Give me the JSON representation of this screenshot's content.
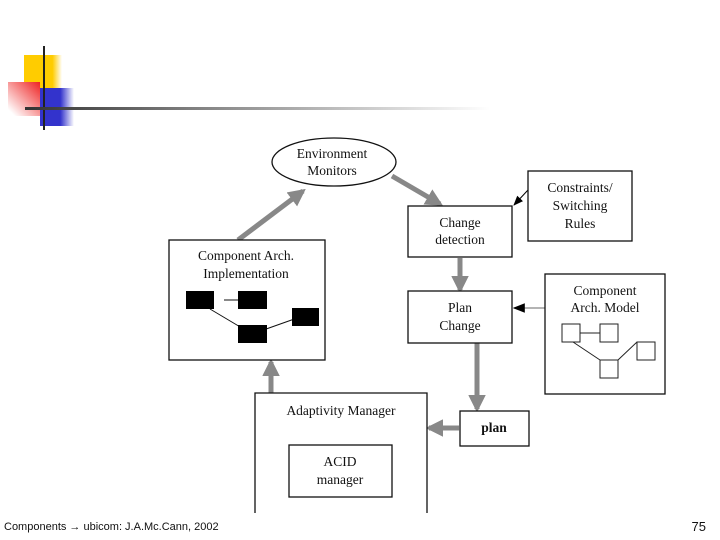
{
  "diagram": {
    "environment_monitors": [
      "Environment",
      "Monitors"
    ],
    "change_detection": [
      "Change",
      "detection"
    ],
    "constraints": [
      "Constraints/",
      "Switching",
      "Rules"
    ],
    "component_arch_impl": [
      "Component Arch.",
      "Implementation"
    ],
    "plan_change": [
      "Plan",
      "Change"
    ],
    "component_arch_model": [
      "Component",
      "Arch. Model"
    ],
    "adaptivity_manager": "Adaptivity Manager",
    "acid_manager": [
      "ACID",
      "manager"
    ],
    "plan": "plan"
  },
  "footer": {
    "source": "Components → ubicom: J.A.Mc.Cann, 2002",
    "page_number": "75"
  },
  "colors": {
    "arrow": "#888888",
    "yellow": "#ffcc00",
    "red": "#ee2222",
    "blue": "#3333cc"
  }
}
